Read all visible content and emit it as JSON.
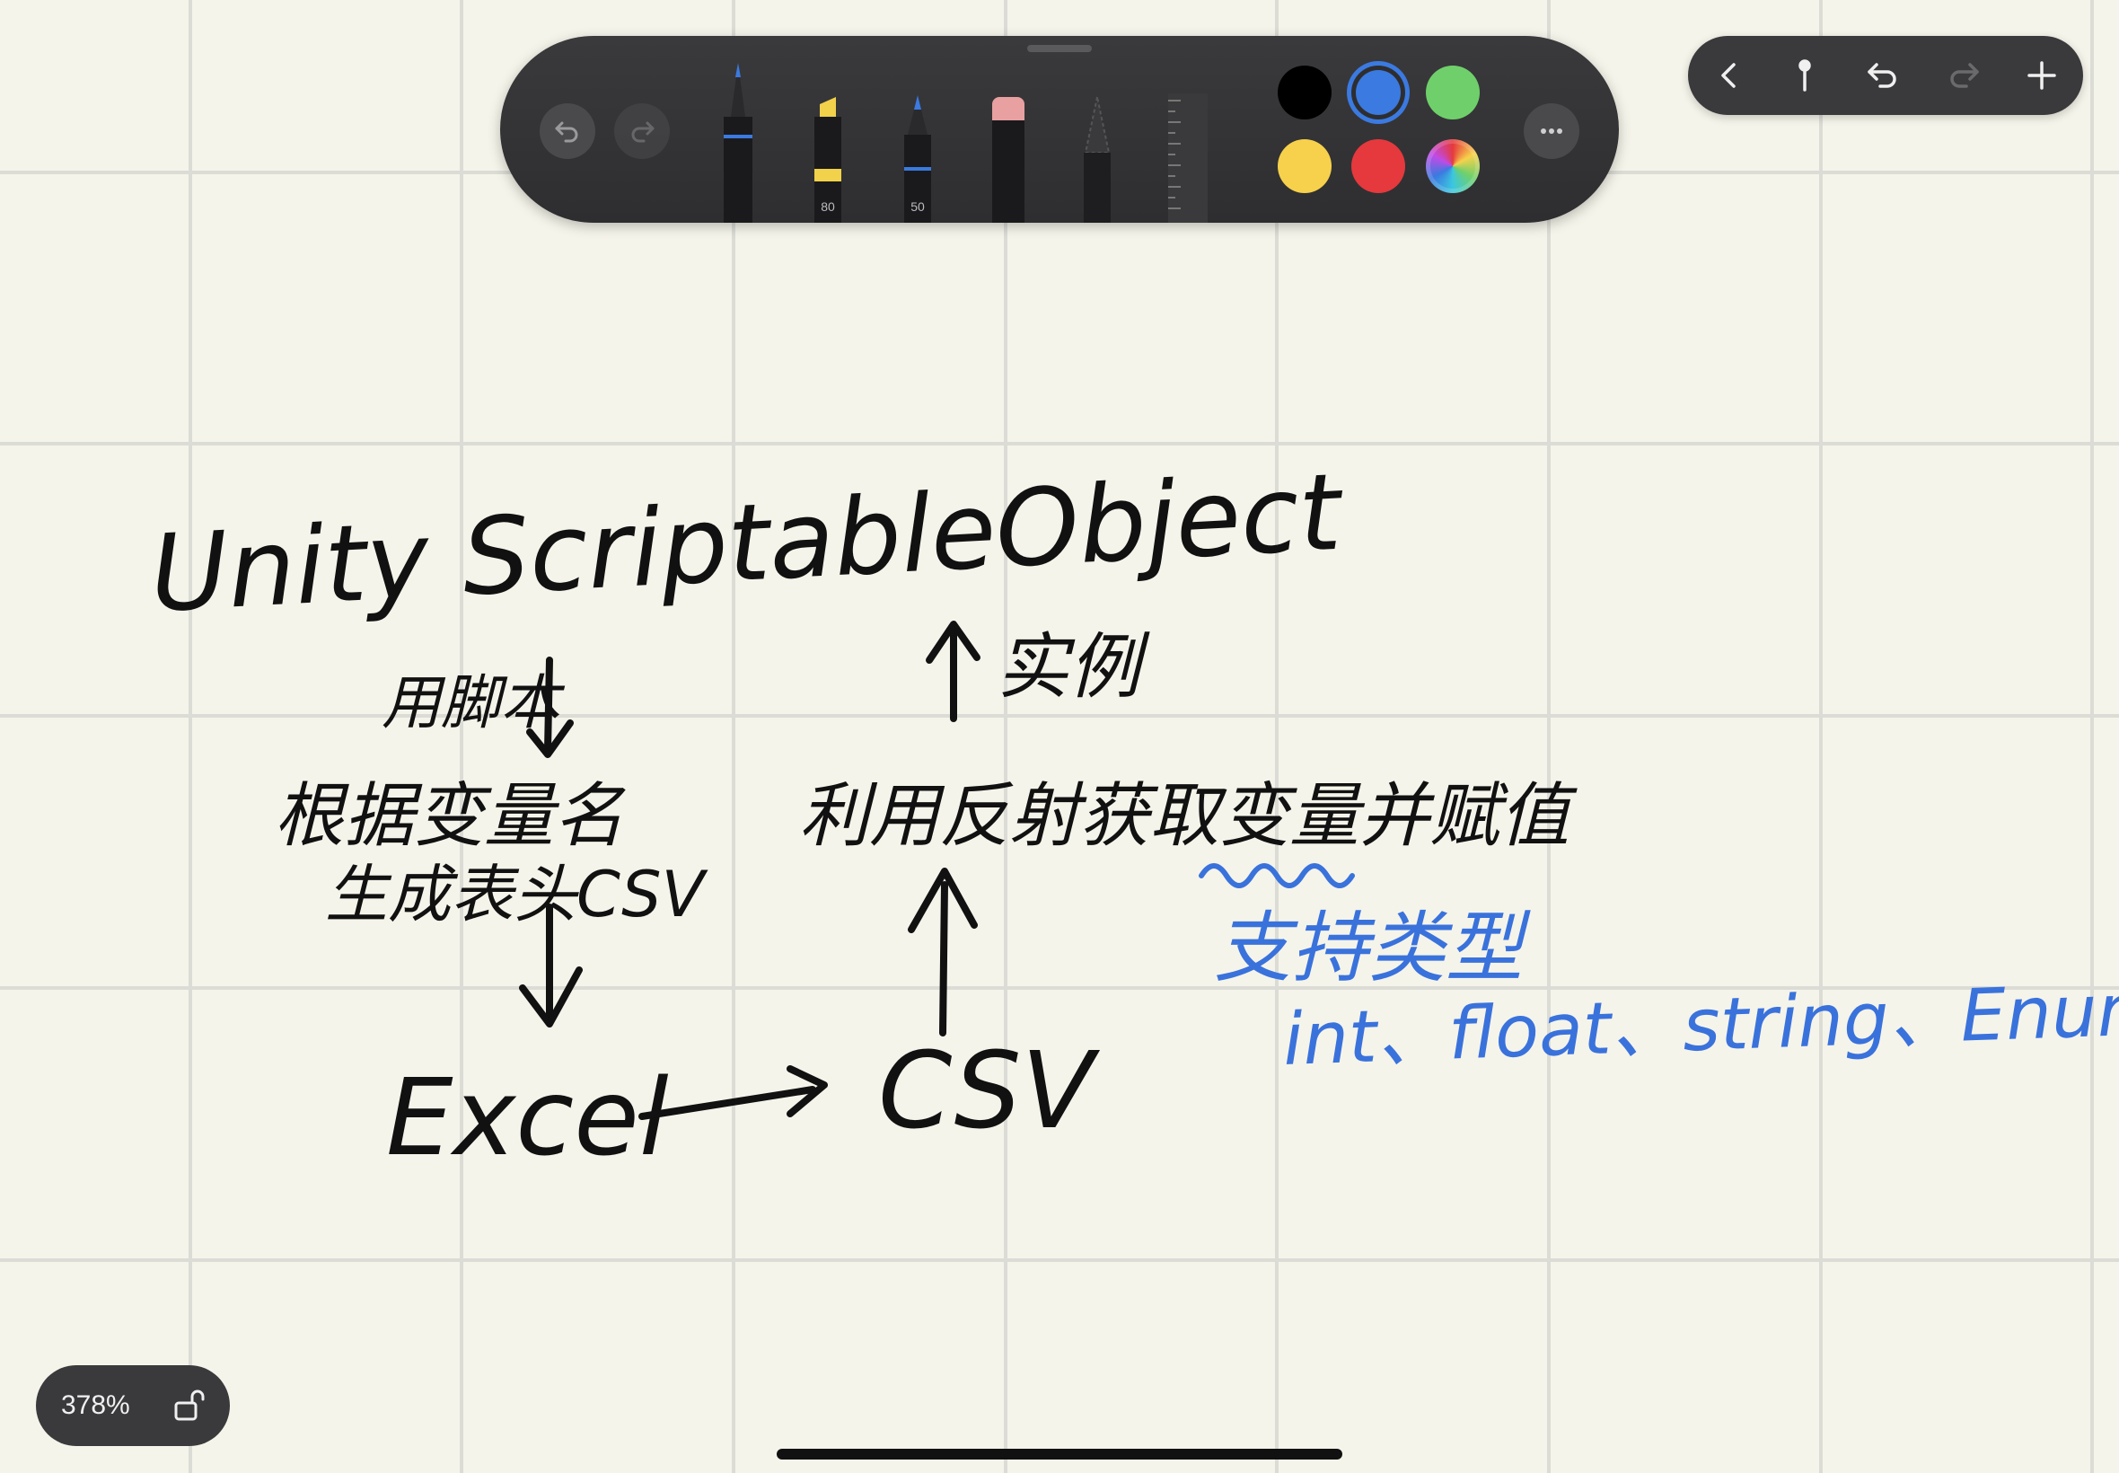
{
  "palette": {
    "undo_icon": "undo-icon",
    "redo_icon": "redo-icon",
    "tools": [
      {
        "name": "pen",
        "tip_color": "#3b7ae0",
        "label": ""
      },
      {
        "name": "highlighter",
        "tip_color": "#f2d14b",
        "label": "80"
      },
      {
        "name": "pencil",
        "tip_color": "#3b7ae0",
        "label": "50"
      },
      {
        "name": "eraser",
        "tip_color": "#e8a0a0",
        "label": ""
      },
      {
        "name": "lasso",
        "tip_color": "#555555",
        "label": ""
      },
      {
        "name": "ruler",
        "tip_color": "#444444",
        "label": ""
      }
    ],
    "colors": [
      "#000000",
      "#3b7ae0",
      "#6fd06b",
      "#f7d14b",
      "#e5393d",
      "color-wheel"
    ],
    "selected_color": "#3b7ae0",
    "more_icon": "more-icon"
  },
  "right_toolbar": {
    "buttons": [
      "back-icon",
      "pin-icon",
      "undo-icon",
      "redo-icon",
      "add-icon"
    ]
  },
  "zoom": {
    "value": "378%",
    "lock_icon": "unlock-icon"
  },
  "note": {
    "title": "Unity ScriptableObject",
    "instance_label": "实例",
    "script_label": "用脚本",
    "left_line1": "根据变量名",
    "left_line2": "生成表头CSV",
    "reflection_label": "利用反射获取变量并赋值",
    "support_label": "支持类型",
    "types": "int、float、string、Enum",
    "excel": "Excel",
    "csv": "CSV"
  }
}
